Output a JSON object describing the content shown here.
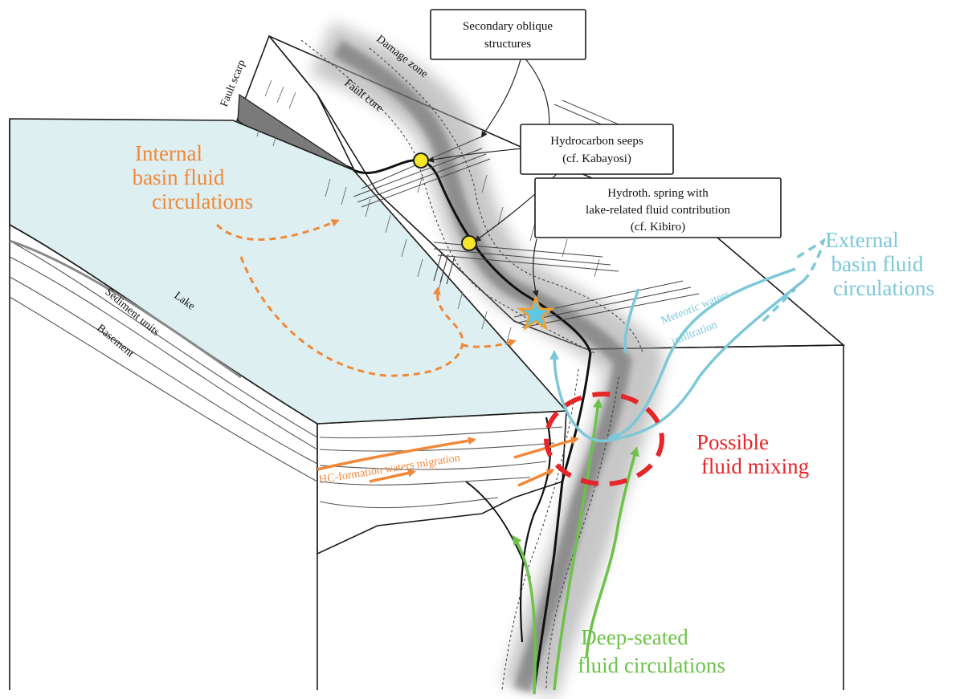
{
  "labels": {
    "fault_scarp": "Fault scarp",
    "damage_zone": "Damage zone",
    "fault_core": "Fault core",
    "lake": "Lake",
    "sediment_units": "Sediment units",
    "basement": "Basement",
    "hc_migration": "HC-formation waters migration",
    "meteoric_line1": "Meteoric waters",
    "meteoric_line2": "infiltration"
  },
  "callouts": {
    "secondary": [
      "Secondary oblique",
      "structures"
    ],
    "seeps": [
      "Hydrocarbon seeps",
      "(cf. Kabayosi)"
    ],
    "spring": [
      "Hydroth. spring with",
      "lake-related fluid contribution",
      "(cf. Kibiro)"
    ]
  },
  "headings": {
    "internal": [
      "Internal",
      "basin fluid",
      "circulations"
    ],
    "external": [
      "External",
      "basin fluid",
      "circulations"
    ],
    "mixing": [
      "Possible",
      "fluid mixing"
    ],
    "deep": [
      "Deep-seated",
      "fluid circulations"
    ]
  },
  "colors": {
    "internal": "#f0883a",
    "external": "#7cc8d8",
    "mixing": "#e5262b",
    "deep": "#6cc24a",
    "lake": "#ddeff0",
    "seep": "#f7e62a"
  }
}
